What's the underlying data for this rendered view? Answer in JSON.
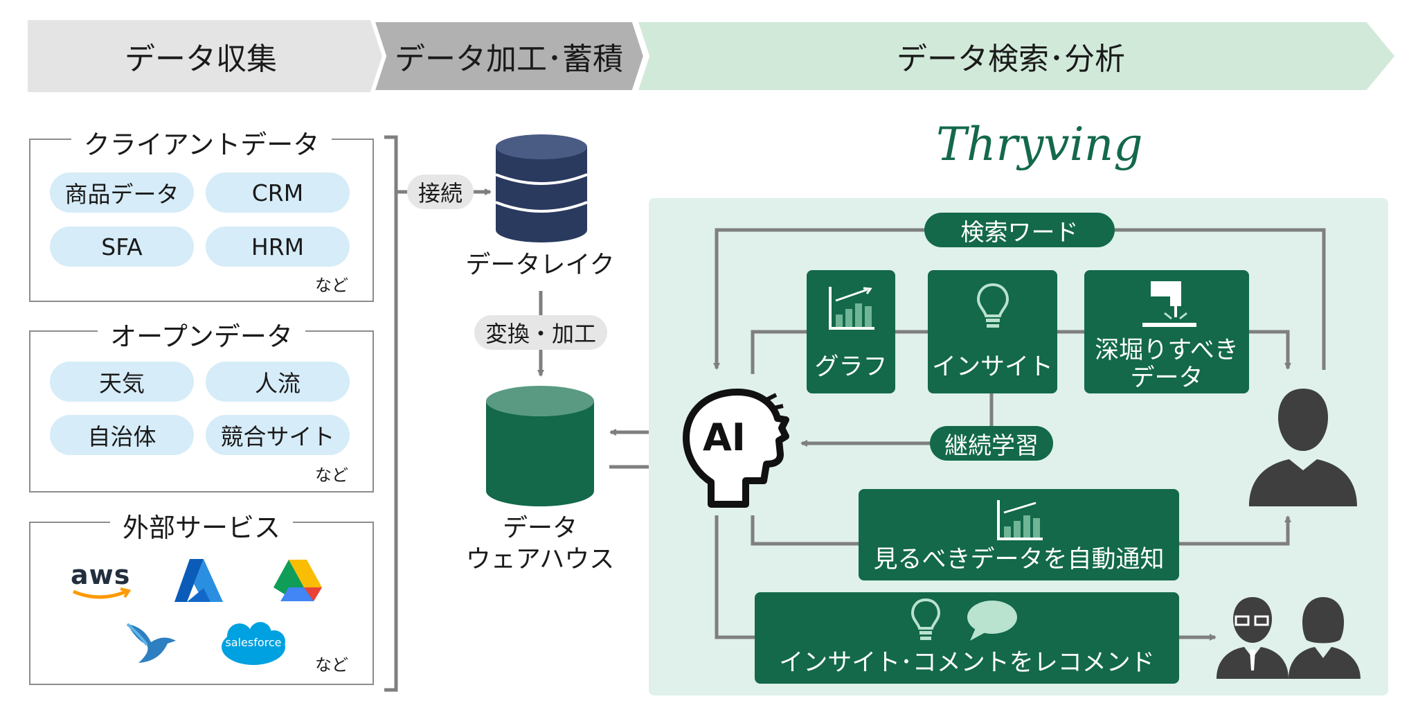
{
  "stages": [
    "データ収集",
    "データ加工･蓄積",
    "データ検索･分析"
  ],
  "groups": {
    "client": {
      "title": "クライアントデータ",
      "items": [
        "商品データ",
        "CRM",
        "SFA",
        "HRM"
      ],
      "etc": "など"
    },
    "open": {
      "title": "オープンデータ",
      "items": [
        "天気",
        "人流",
        "自治体",
        "競合サイト"
      ],
      "etc": "など"
    },
    "external": {
      "title": "外部サービス",
      "logos": [
        "aws",
        "salesforce"
      ],
      "etc": "など"
    }
  },
  "flow": {
    "connect": "接続",
    "data_lake": "データレイク",
    "transform": "変換・加工",
    "warehouse_line1": "データ",
    "warehouse_line2": "ウェアハウス"
  },
  "analysis": {
    "brand": "Thryving",
    "search_word": "検索ワード",
    "graph": "グラフ",
    "insight": "インサイト",
    "deep_dive_line1": "深堀りすべき",
    "deep_dive_line2": "データ",
    "continuous_learning": "継続学習",
    "ai": "AI",
    "auto_notify": "見るべきデータを自動通知",
    "recommend": "インサイト･コメントをレコメンド"
  },
  "colors": {
    "stage_gray": "#e4e4e4",
    "stage_dark": "#b1b1b1",
    "stage_green": "#d1e9d9",
    "panel_bg": "#dff1ea",
    "dark_green": "#13694a",
    "pill_blue": "#d6ecf8"
  },
  "icons": [
    "bar-chart-icon",
    "lightbulb-icon",
    "drill-icon",
    "person-icon",
    "team-icon",
    "speech-bubble-icon",
    "ai-head-icon",
    "database-icon"
  ]
}
